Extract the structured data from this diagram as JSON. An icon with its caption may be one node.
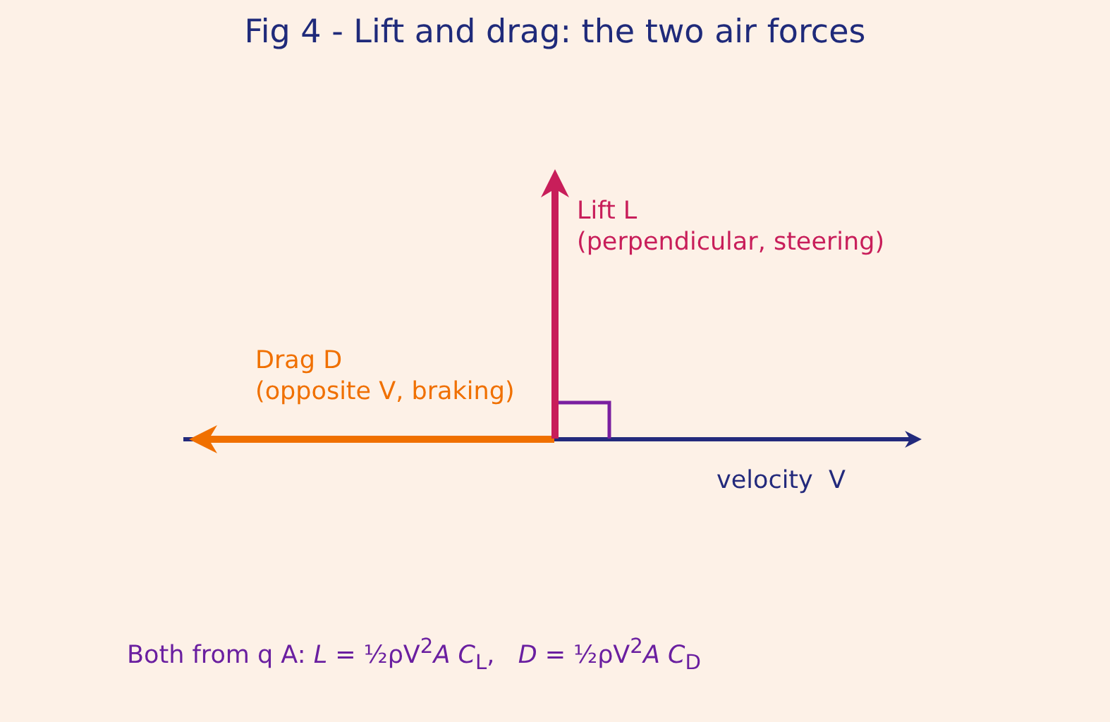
{
  "diagram": {
    "title": "Fig 4 - Lift and drag: the two air forces",
    "labels": [
      "Lift L",
      "(perpendicular, steering)",
      "Drag D",
      "(opposite V, braking)",
      "velocity  V",
      "Both from q A: *L* = ½ρV$^{2}$*A C*$_{L}$,   *D* = ½ρV$^{2}$*A C*$_{D}$"
    ]
  }
}
